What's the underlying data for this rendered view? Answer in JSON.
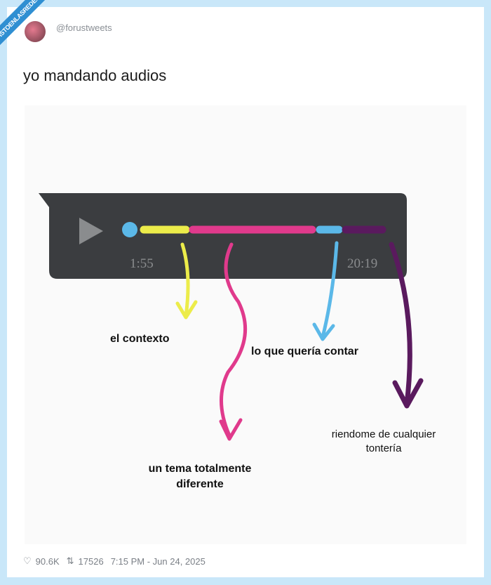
{
  "watermark": "VISTOENLASREDES .com",
  "tweet": {
    "handle": "@forustweets",
    "text": "yo mandando audios"
  },
  "media": {
    "start_time": "1:55",
    "end_time": "20:19",
    "labels": [
      "el contexto",
      "lo que quería contar",
      "un tema totalmente diferente",
      "riendome de cualquier tontería"
    ],
    "colors": {
      "context": "#ecec4a",
      "main": "#e03a8c",
      "wanted": "#5bb8e8",
      "laugh": "#5a1a5e"
    }
  },
  "footer": {
    "likes": "90.6K",
    "retweets": "17526",
    "timestamp": "7:15 PM - Jun 24, 2025"
  }
}
